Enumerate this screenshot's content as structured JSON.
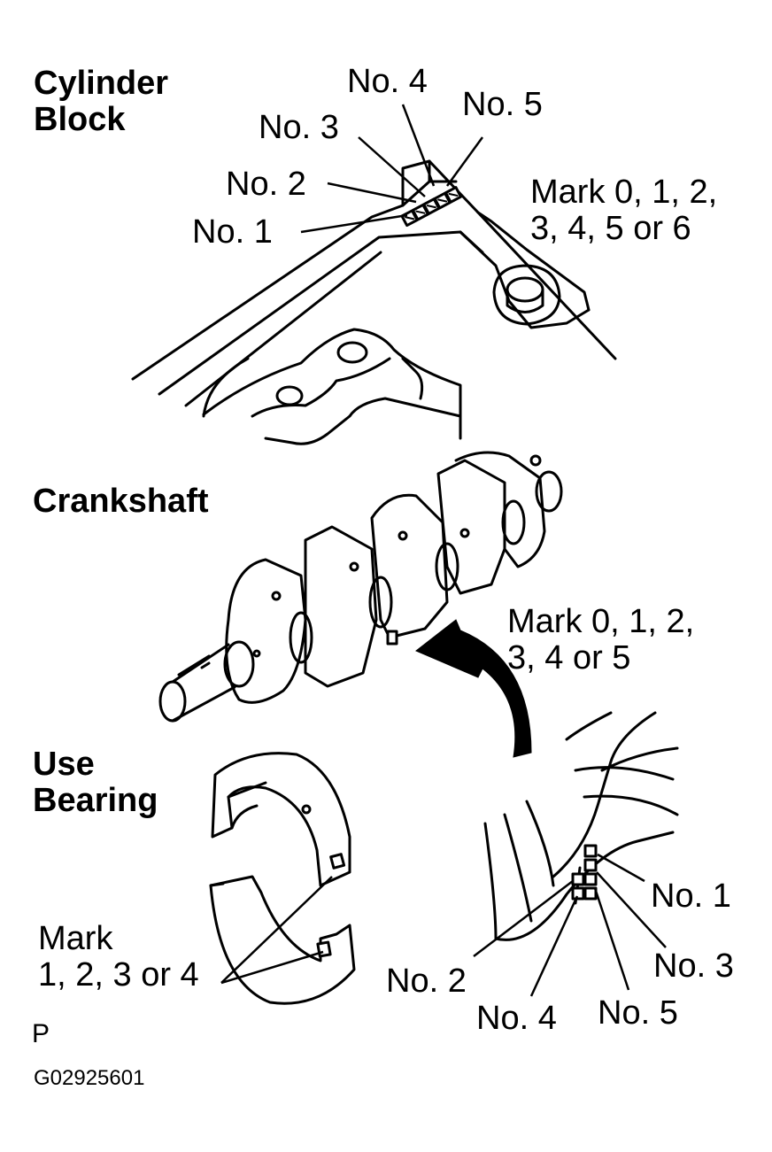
{
  "sections": {
    "block_heading": "Cylinder\nBlock",
    "crank_heading": "Crankshaft",
    "bearing_heading": "Use\nBearing"
  },
  "block": {
    "no1": "No. 1",
    "no2": "No. 2",
    "no3": "No. 3",
    "no4": "No. 4",
    "no5": "No. 5",
    "mark": "Mark 0, 1, 2,\n3, 4, 5 or 6"
  },
  "crankshaft": {
    "mark": "Mark 0, 1, 2,\n3, 4 or 5",
    "no1": "No. 1",
    "no2": "No. 2",
    "no3": "No. 3",
    "no4": "No. 4",
    "no5": "No. 5"
  },
  "bearing": {
    "mark": "Mark\n1, 2, 3 or 4"
  },
  "footer": {
    "letter": "P",
    "code": "G02925601"
  }
}
